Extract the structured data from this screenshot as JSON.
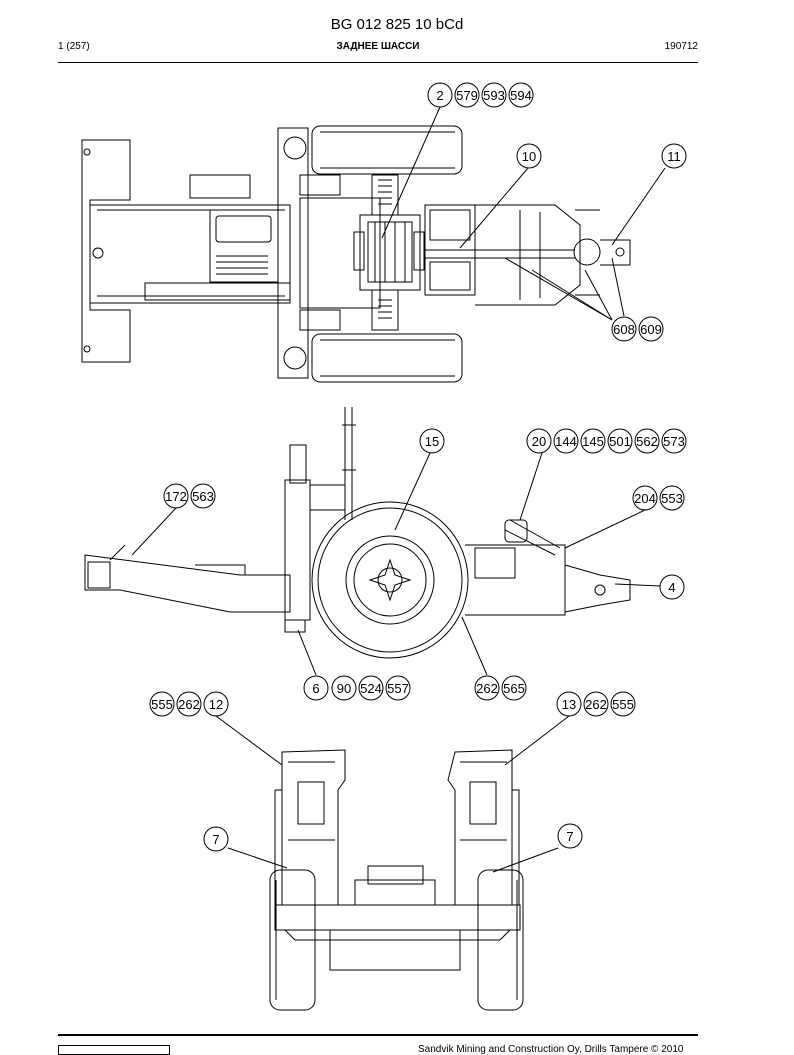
{
  "header": {
    "doc_number": "BG 012 825 10 bCd",
    "page": "1 (257)",
    "section_title": "ЗАДНЕЕ ШАССИ",
    "date_code": "190712"
  },
  "callouts": {
    "top_view": {
      "c2": "2",
      "c579": "579",
      "c593": "593",
      "c594": "594",
      "c10": "10",
      "c11": "11",
      "c608": "608",
      "c609": "609"
    },
    "side_view": {
      "c15": "15",
      "c20": "20",
      "c144": "144",
      "c145": "145",
      "c501": "501",
      "c562": "562",
      "c573": "573",
      "c172": "172",
      "c563": "563",
      "c204": "204",
      "c553": "553",
      "c4": "4",
      "c6": "6",
      "c90": "90",
      "c524": "524",
      "c557": "557",
      "c262": "262",
      "c565": "565"
    },
    "rear_view": {
      "l555": "555",
      "l262": "262",
      "l12": "12",
      "r13": "13",
      "r262": "262",
      "r555": "555",
      "l7": "7",
      "r7": "7"
    }
  },
  "footer": {
    "copyright": "Sandvik Mining and Construction Oy, Drills Tampere © 2010"
  }
}
